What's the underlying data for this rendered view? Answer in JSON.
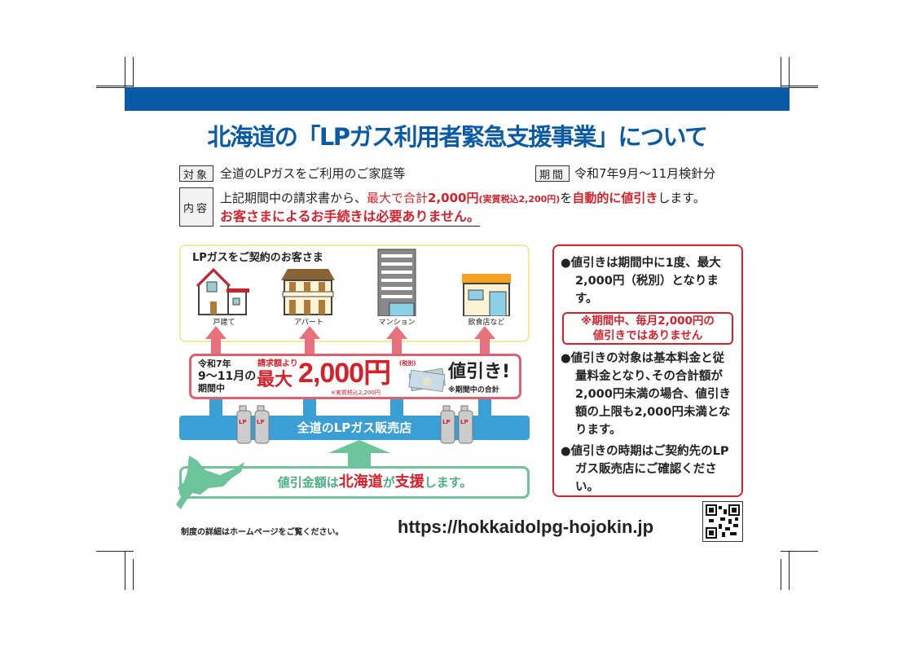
{
  "title": "北海道の「LPガス利用者緊急支援事業」について",
  "target": {
    "label": "対象",
    "text": "全道のLPガスをご利用のご家庭等"
  },
  "period": {
    "label": "期間",
    "text": "令和7年9月～11月検針分"
  },
  "content": {
    "label": "内容",
    "line1_a": "上記期間中の請求書から、",
    "line1_b": "最大で合計",
    "line1_c": "2,000円",
    "line1_d": "(実質税込2,200円)",
    "line1_e": "を",
    "line1_f": "自動的に値引き",
    "line1_g": "します。",
    "line2": "お客さまによるお手続きは必要ありません。"
  },
  "customers": {
    "heading": "LPガスをご契約のお客さま",
    "types": [
      {
        "label": "戸建て",
        "icon": "house-icon"
      },
      {
        "label": "アパート",
        "icon": "apartment-icon"
      },
      {
        "label": "マンション",
        "icon": "condominium-icon"
      },
      {
        "label": "飲食店など",
        "icon": "restaurant-icon"
      }
    ]
  },
  "discount_banner": {
    "period_l1": "令和7年",
    "period_l2": "9～11月の",
    "period_l3": "期間中",
    "pre": "請求額より",
    "max": "最大",
    "amount": "2,000円",
    "tax_note": "(税別)",
    "incl_tax": "※実質税込2,200円",
    "discount": "値引き!",
    "total_note": "※期間中の合計"
  },
  "dealer_bar": "全道のLPガス販売店",
  "cylinder_label": "LP",
  "support": {
    "a": "値引金額は",
    "b": "北海道",
    "c": "が",
    "d": "支援",
    "e": "します。"
  },
  "notes": {
    "n1": "●値引きは期間中に1度、最大2,000円（税別）となります。",
    "warning_l1": "※期間中、毎月2,000円の",
    "warning_l2": "値引きではありません",
    "n2": "●値引きの対象は基本料金と従量料金となり､その合計額が2,000円未満の場合、値引き額の上限も2,000円未満となります。",
    "n3": "●値引きの時期はご契約先のLPガス販売店にご確認ください。"
  },
  "footer": {
    "details": "制度の詳細はホームページをご覧ください。",
    "url": "https://hokkaidolpg-hojokin.jp"
  },
  "colors": {
    "blue": "#0b5aa8",
    "red": "#d8202b",
    "light_blue": "#3a9fd5",
    "green": "#6cc49a",
    "pink": "#e0606f",
    "yellow": "#f3ec9a"
  }
}
